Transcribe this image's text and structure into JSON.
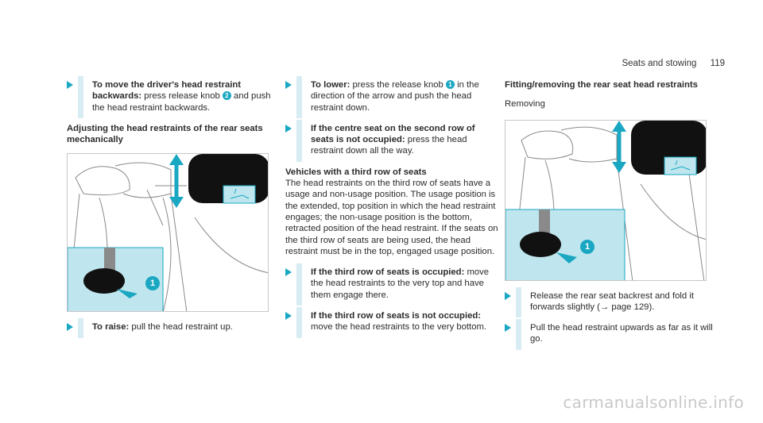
{
  "header": {
    "section": "Seats and stowing",
    "page": "119"
  },
  "col1": {
    "step1_bold": "To move the driver's head restraint backwards:",
    "step1_a": " press release knob ",
    "step1_num": "2",
    "step1_b": " and push the head restraint backwards.",
    "heading": "Adjusting the head restraints of the rear seats mechanically",
    "fig_callout": "1",
    "step2_bold": "To raise:",
    "step2_text": " pull the head restraint up."
  },
  "col2": {
    "step1_bold": "To lower:",
    "step1_a": " press the release knob ",
    "step1_num": "1",
    "step1_b": " in the direction of the arrow and push the head restraint down.",
    "step2_bold": "If the centre seat on the second row of seats is not occupied:",
    "step2_text": " press the head restraint down all the way.",
    "heading": "Vehicles with a third row of seats",
    "para": "The head restraints on the third row of seats have a usage and non-usage position. The usage position is the extended, top position in which the head restraint engages; the non-usage position is the bottom, retracted position of the head restraint. If the seats on the third row of seats are being used, the head restraint must be in the top, engaged usage position.",
    "step3_bold": "If the third row of seats is occupied:",
    "step3_text": " move the head restraints to the very top and have them engage there.",
    "step4_bold": "If the third row of seats is not occupied:",
    "step4_text": " move the head restraints to the very bottom."
  },
  "col3": {
    "heading": "Fitting/removing the rear seat head restraints",
    "sub": "Removing",
    "fig_callout": "1",
    "step1_text": "Release the rear seat backrest and fold it forwards slightly (→ page 129).",
    "step2_text": "Pull the head restraint upwards as far as it will go."
  },
  "footer": {
    "watermark": "carmanualsonline.info"
  },
  "colors": {
    "accent": "#1aa7c2",
    "highlight": "#bfe6ee",
    "step_bar": "#d8ecf4"
  }
}
